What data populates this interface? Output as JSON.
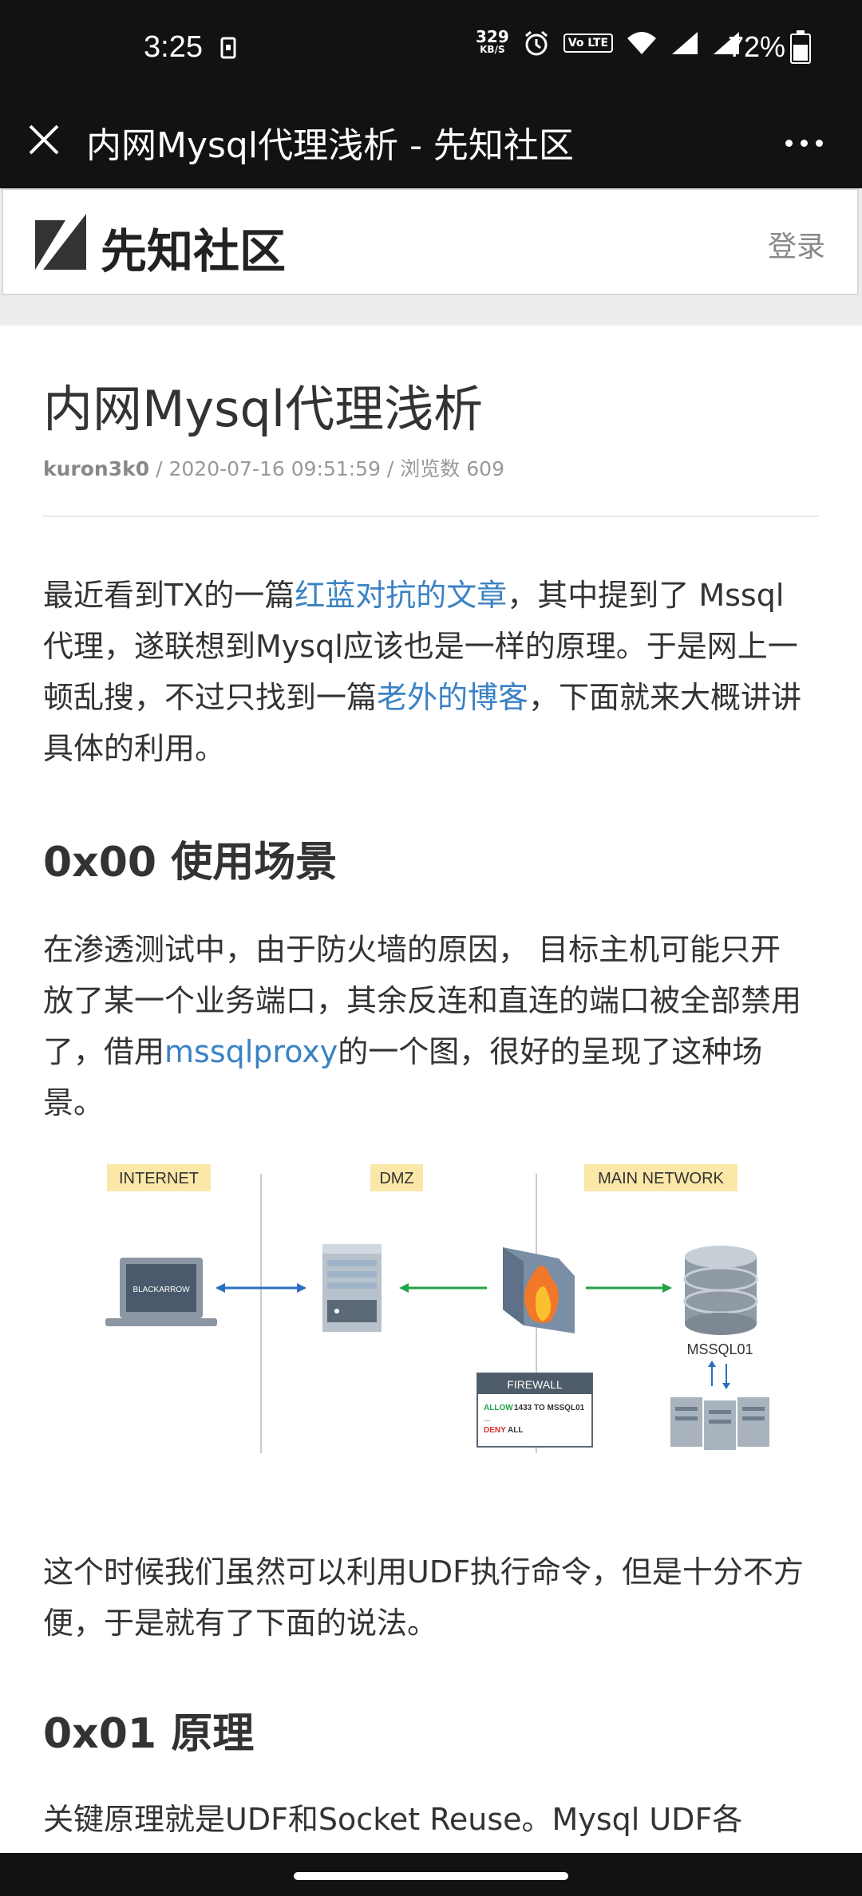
{
  "status_bar": {
    "time": "3:25",
    "net_speed_value": "329",
    "net_speed_unit": "KB/S",
    "volte": "Vo LTE",
    "battery": "72%",
    "battery_level": 0.72
  },
  "app_bar": {
    "title": "内网Mysql代理浅析 - 先知社区"
  },
  "site_header": {
    "name": "先知社区",
    "login": "登录"
  },
  "article": {
    "title": "内网Mysql代理浅析",
    "author": "kuron3k0",
    "meta_rest": " / 2020-07-16 09:51:59 / 浏览数 609",
    "p1": {
      "t1": "最近看到TX的一篇",
      "link1": "红蓝对抗的文章",
      "t2": "，其中提到了  Mssql代理，遂联想到Mysql应该也是一样的原理。于是网上一顿乱搜，不过只找到一篇",
      "link2": "老外的博客",
      "t3": "，下面就来大概讲讲具体的利用。"
    },
    "h_scene": "0x00 使用场景",
    "p2": {
      "t1": "在渗透测试中，由于防火墙的原因， 目标主机可能只开放了某一个业务端口，其余反连和直连的端口被全部禁用了，借用",
      "link": "mssqlproxy",
      "t2": "的一个图，很好的呈现了这种场景。"
    },
    "diagram": {
      "zone_internet": "INTERNET",
      "zone_dmz": "DMZ",
      "zone_main": "MAIN NETWORK",
      "laptop_brand": "BLACKARROW",
      "firewall_title": "FIREWALL",
      "rule_allow": "ALLOW",
      "rule_allow_detail": "1433 TO MSSQL01",
      "rule_dots": "...",
      "rule_deny": "DENY",
      "rule_deny_detail": "ALL",
      "db_label": "MSSQL01"
    },
    "p3": "这个时候我们虽然可以利用UDF执行命令，但是十分不方便，于是就有了下面的说法。",
    "h_principle": "0x01 原理",
    "p4": "关键原理就是UDF和Socket Reuse。Mysql UDF各"
  }
}
